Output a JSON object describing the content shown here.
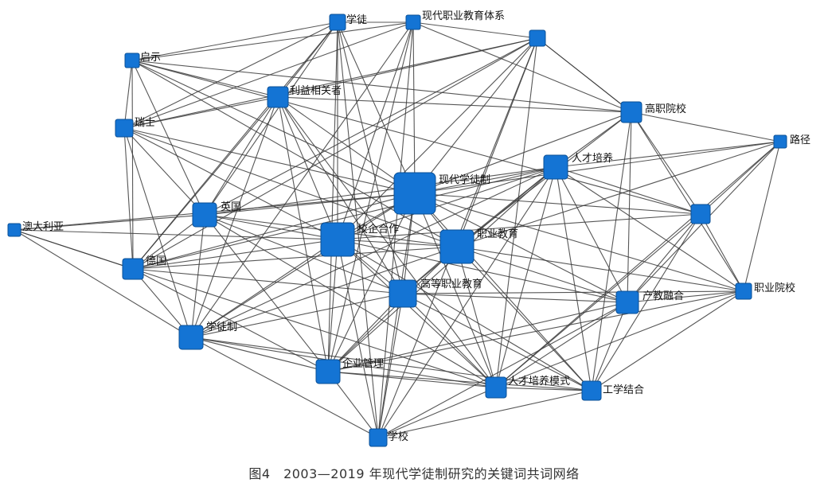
{
  "caption": "图4　2003—2019 年现代学徒制研究的关键词共词网络",
  "colors": {
    "node_fill": "#1474d4",
    "node_stroke": "#0a4f96",
    "edge": "#3a3a3a"
  },
  "network": {
    "nodes": [
      {
        "id": "xiandai",
        "label": "现代学徒制"
      },
      {
        "id": "xqhz",
        "label": "校企合作"
      },
      {
        "id": "zyjy",
        "label": "职业教育"
      },
      {
        "id": "gdzy",
        "label": "高等职业教育"
      },
      {
        "id": "rcpy",
        "label": "人才培养"
      },
      {
        "id": "yingguo",
        "label": "英国"
      },
      {
        "id": "deguo",
        "label": "德国"
      },
      {
        "id": "xtz",
        "label": "学徒制"
      },
      {
        "id": "qygl",
        "label": "企业管理"
      },
      {
        "id": "cjrh",
        "label": "产教融合"
      },
      {
        "id": "gzyx",
        "label": "高职院校"
      },
      {
        "id": "lyxgz",
        "label": "利益相关者"
      },
      {
        "id": "ruishi",
        "label": "瑞士"
      },
      {
        "id": "qishi",
        "label": "启示"
      },
      {
        "id": "xuetu",
        "label": "学徒"
      },
      {
        "id": "xdzytx",
        "label": "现代职业教育体系"
      },
      {
        "id": "unl1",
        "label": ""
      },
      {
        "id": "unl2",
        "label": ""
      },
      {
        "id": "lujing",
        "label": "路径"
      },
      {
        "id": "aodaliya",
        "label": "澳大利亚"
      },
      {
        "id": "zyyx",
        "label": "职业院校"
      },
      {
        "id": "rcpyms",
        "label": "人才培养模式"
      },
      {
        "id": "gxjh",
        "label": "工学结合"
      },
      {
        "id": "xuexiao",
        "label": "学校"
      }
    ],
    "edges": [
      [
        "xiandai",
        "xqhz"
      ],
      [
        "xiandai",
        "zyjy"
      ],
      [
        "xiandai",
        "gdzy"
      ],
      [
        "xiandai",
        "rcpy"
      ],
      [
        "xiandai",
        "yingguo"
      ],
      [
        "xiandai",
        "deguo"
      ],
      [
        "xiandai",
        "xtz"
      ],
      [
        "xiandai",
        "qygl"
      ],
      [
        "xiandai",
        "cjrh"
      ],
      [
        "xiandai",
        "gzyx"
      ],
      [
        "xiandai",
        "lyxgz"
      ],
      [
        "xiandai",
        "ruishi"
      ],
      [
        "xiandai",
        "qishi"
      ],
      [
        "xiandai",
        "xuetu"
      ],
      [
        "xiandai",
        "xdzytx"
      ],
      [
        "xiandai",
        "unl1"
      ],
      [
        "xiandai",
        "unl2"
      ],
      [
        "xiandai",
        "lujing"
      ],
      [
        "xiandai",
        "aodaliya"
      ],
      [
        "xiandai",
        "zyyx"
      ],
      [
        "xiandai",
        "rcpyms"
      ],
      [
        "xiandai",
        "gxjh"
      ],
      [
        "xiandai",
        "xuexiao"
      ],
      [
        "xqhz",
        "zyjy"
      ],
      [
        "xqhz",
        "gdzy"
      ],
      [
        "xqhz",
        "rcpy"
      ],
      [
        "xqhz",
        "yingguo"
      ],
      [
        "xqhz",
        "deguo"
      ],
      [
        "xqhz",
        "xtz"
      ],
      [
        "xqhz",
        "qygl"
      ],
      [
        "xqhz",
        "cjrh"
      ],
      [
        "xqhz",
        "lyxgz"
      ],
      [
        "xqhz",
        "ruishi"
      ],
      [
        "xqhz",
        "xuetu"
      ],
      [
        "xqhz",
        "xdzytx"
      ],
      [
        "xqhz",
        "aodaliya"
      ],
      [
        "xqhz",
        "rcpyms"
      ],
      [
        "xqhz",
        "gxjh"
      ],
      [
        "xqhz",
        "xuexiao"
      ],
      [
        "xqhz",
        "unl1"
      ],
      [
        "xqhz",
        "unl2"
      ],
      [
        "zyjy",
        "gdzy"
      ],
      [
        "zyjy",
        "rcpy"
      ],
      [
        "zyjy",
        "yingguo"
      ],
      [
        "zyjy",
        "deguo"
      ],
      [
        "zyjy",
        "xtz"
      ],
      [
        "zyjy",
        "qygl"
      ],
      [
        "zyjy",
        "cjrh"
      ],
      [
        "zyjy",
        "gzyx"
      ],
      [
        "zyjy",
        "ruishi"
      ],
      [
        "zyjy",
        "qishi"
      ],
      [
        "zyjy",
        "zyyx"
      ],
      [
        "zyjy",
        "unl2"
      ],
      [
        "zyjy",
        "rcpyms"
      ],
      [
        "zyjy",
        "gxjh"
      ],
      [
        "zyjy",
        "lujing"
      ],
      [
        "gdzy",
        "rcpy"
      ],
      [
        "gdzy",
        "yingguo"
      ],
      [
        "gdzy",
        "deguo"
      ],
      [
        "gdzy",
        "xtz"
      ],
      [
        "gdzy",
        "qygl"
      ],
      [
        "gdzy",
        "cjrh"
      ],
      [
        "gdzy",
        "lyxgz"
      ],
      [
        "gdzy",
        "xuetu"
      ],
      [
        "gdzy",
        "rcpyms"
      ],
      [
        "gdzy",
        "gxjh"
      ],
      [
        "gdzy",
        "xuexiao"
      ],
      [
        "gdzy",
        "zyyx"
      ],
      [
        "rcpy",
        "yingguo"
      ],
      [
        "rcpy",
        "cjrh"
      ],
      [
        "rcpy",
        "gzyx"
      ],
      [
        "rcpy",
        "lujing"
      ],
      [
        "rcpy",
        "qygl"
      ],
      [
        "rcpy",
        "rcpyms"
      ],
      [
        "rcpy",
        "gxjh"
      ],
      [
        "rcpy",
        "xuexiao"
      ],
      [
        "rcpy",
        "zyyx"
      ],
      [
        "rcpy",
        "unl1"
      ],
      [
        "rcpy",
        "deguo"
      ],
      [
        "rcpy",
        "xtz"
      ],
      [
        "yingguo",
        "deguo"
      ],
      [
        "yingguo",
        "xtz"
      ],
      [
        "yingguo",
        "lyxgz"
      ],
      [
        "yingguo",
        "ruishi"
      ],
      [
        "yingguo",
        "qishi"
      ],
      [
        "yingguo",
        "xuetu"
      ],
      [
        "yingguo",
        "aodaliya"
      ],
      [
        "yingguo",
        "qygl"
      ],
      [
        "yingguo",
        "unl2"
      ],
      [
        "yingguo",
        "rcpyms"
      ],
      [
        "deguo",
        "ruishi"
      ],
      [
        "deguo",
        "qishi"
      ],
      [
        "deguo",
        "xtz"
      ],
      [
        "deguo",
        "aodaliya"
      ],
      [
        "deguo",
        "lyxgz"
      ],
      [
        "deguo",
        "unl2"
      ],
      [
        "deguo",
        "qygl"
      ],
      [
        "deguo",
        "xuetu"
      ],
      [
        "xtz",
        "ruishi"
      ],
      [
        "xtz",
        "qygl"
      ],
      [
        "xtz",
        "lyxgz"
      ],
      [
        "xtz",
        "xuexiao"
      ],
      [
        "xtz",
        "rcpyms"
      ],
      [
        "xtz",
        "aodaliya"
      ],
      [
        "xtz",
        "xdzytx"
      ],
      [
        "xtz",
        "gxjh"
      ],
      [
        "qygl",
        "rcpyms"
      ],
      [
        "qygl",
        "gxjh"
      ],
      [
        "qygl",
        "xuexiao"
      ],
      [
        "qygl",
        "cjrh"
      ],
      [
        "qygl",
        "lyxgz"
      ],
      [
        "qygl",
        "xuetu"
      ],
      [
        "qygl",
        "xdzytx"
      ],
      [
        "qygl",
        "zyyx"
      ],
      [
        "cjrh",
        "gzyx"
      ],
      [
        "cjrh",
        "zyyx"
      ],
      [
        "cjrh",
        "lujing"
      ],
      [
        "cjrh",
        "rcpyms"
      ],
      [
        "cjrh",
        "gxjh"
      ],
      [
        "cjrh",
        "unl1"
      ],
      [
        "cjrh",
        "xuexiao"
      ],
      [
        "gzyx",
        "lujing"
      ],
      [
        "gzyx",
        "unl1"
      ],
      [
        "gzyx",
        "zyyx"
      ],
      [
        "gzyx",
        "unl2"
      ],
      [
        "gzyx",
        "lyxgz"
      ],
      [
        "gzyx",
        "qishi"
      ],
      [
        "gzyx",
        "gxjh"
      ],
      [
        "lyxgz",
        "qishi"
      ],
      [
        "lyxgz",
        "ruishi"
      ],
      [
        "lyxgz",
        "xuetu"
      ],
      [
        "lyxgz",
        "rcpyms"
      ],
      [
        "lyxgz",
        "unl2"
      ],
      [
        "ruishi",
        "qishi"
      ],
      [
        "ruishi",
        "xuetu"
      ],
      [
        "ruishi",
        "xdzytx"
      ],
      [
        "ruishi",
        "unl2"
      ],
      [
        "qishi",
        "xuetu"
      ],
      [
        "qishi",
        "xdzytx"
      ],
      [
        "qishi",
        "unl1"
      ],
      [
        "xuetu",
        "xdzytx"
      ],
      [
        "xuetu",
        "xuexiao"
      ],
      [
        "xdzytx",
        "gzyx"
      ],
      [
        "xdzytx",
        "unl2"
      ],
      [
        "xdzytx",
        "xuexiao"
      ],
      [
        "unl2",
        "rcpyms"
      ],
      [
        "unl2",
        "xuexiao"
      ],
      [
        "unl2",
        "gzyx"
      ],
      [
        "unl1",
        "lujing"
      ],
      [
        "unl1",
        "zyyx"
      ],
      [
        "unl1",
        "gxjh"
      ],
      [
        "unl1",
        "rcpyms"
      ],
      [
        "lujing",
        "zyyx"
      ],
      [
        "lujing",
        "rcpyms"
      ],
      [
        "aodaliya",
        "rcpyms"
      ],
      [
        "zyyx",
        "rcpyms"
      ],
      [
        "zyyx",
        "gxjh"
      ],
      [
        "rcpyms",
        "gxjh"
      ],
      [
        "rcpyms",
        "xuexiao"
      ],
      [
        "gxjh",
        "xuexiao"
      ]
    ]
  }
}
